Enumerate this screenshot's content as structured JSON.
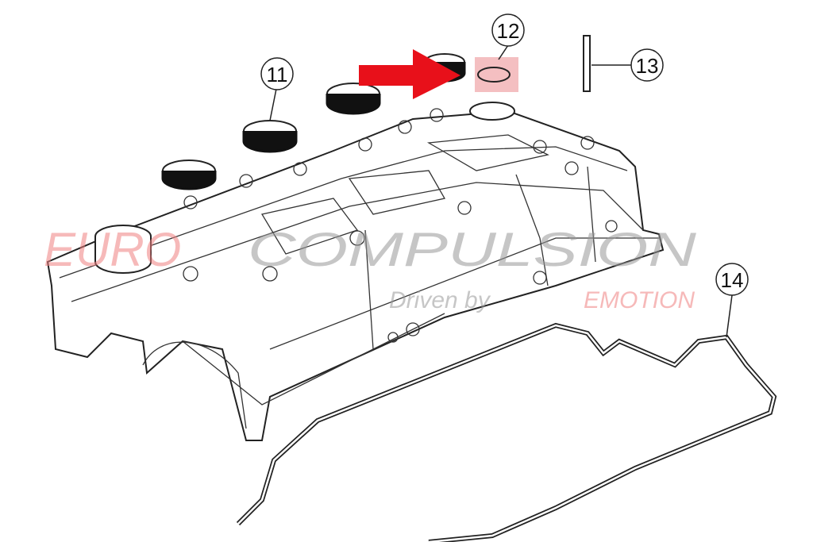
{
  "diagram": {
    "callouts": [
      {
        "id": "11",
        "label": "11"
      },
      {
        "id": "12",
        "label": "12"
      },
      {
        "id": "13",
        "label": "13"
      },
      {
        "id": "14",
        "label": "14"
      }
    ],
    "highlight_color": "#e8101a",
    "arrow_color": "#e8101a"
  },
  "watermark": {
    "brand_left": "EURO",
    "brand_right": "COMPULSION",
    "tagline_left": "Driven by",
    "tagline_right": "EMOTION"
  }
}
